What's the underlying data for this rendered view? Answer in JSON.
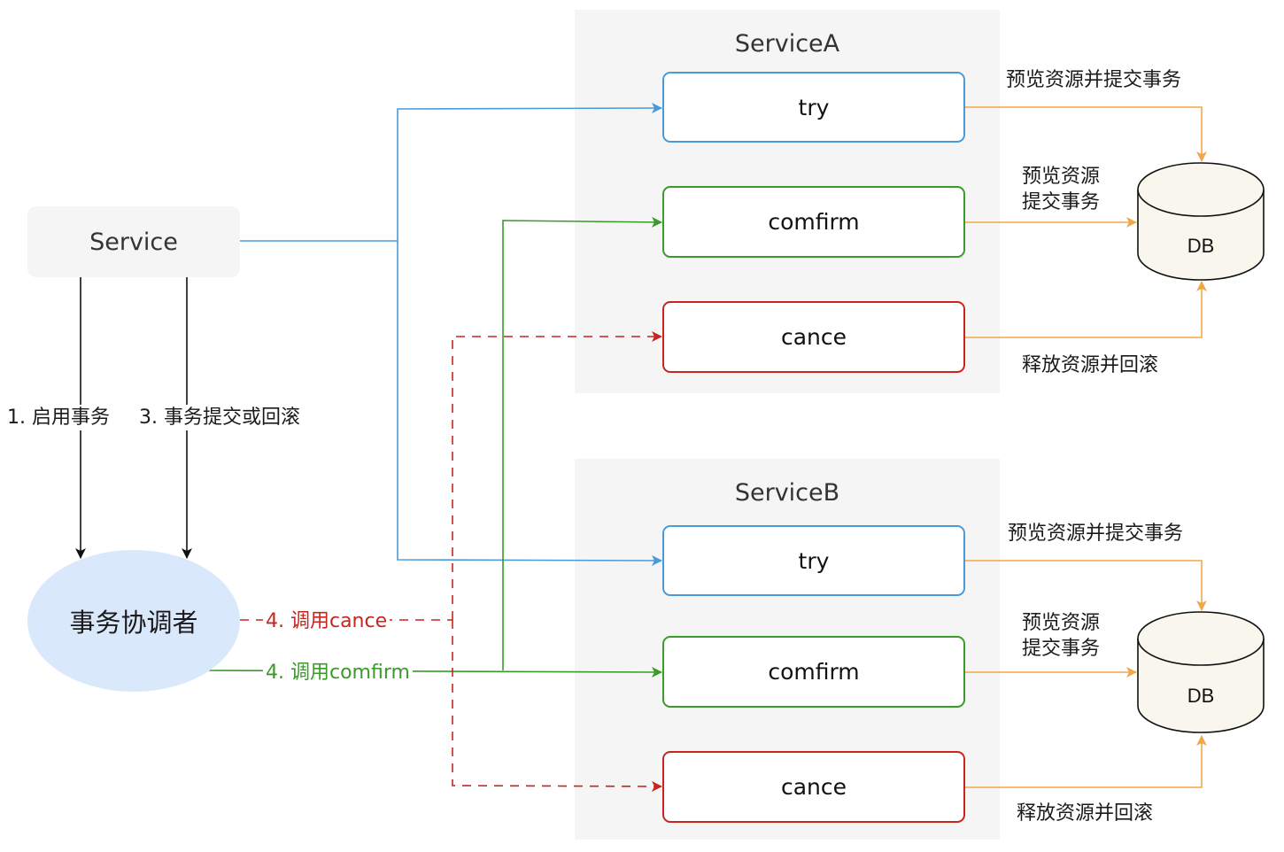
{
  "service": {
    "label": "Service"
  },
  "coordinator": {
    "label": "事务协调者"
  },
  "steps": {
    "start": "1. 启用事务",
    "commit_or_rollback": "3. 事务提交或回滚",
    "call_cance": "4. 调用cance",
    "call_comfirm": "4. 调用comfirm"
  },
  "service_a": {
    "title": "ServiceA",
    "try": "try",
    "confirm": "comfirm",
    "cancel": "cance",
    "db": "DB",
    "try_note": "预览资源并提交事务",
    "confirm_note_1": "预览资源",
    "confirm_note_2": "提交事务",
    "cancel_note": "释放资源并回滚"
  },
  "service_b": {
    "title": "ServiceB",
    "try": "try",
    "confirm": "comfirm",
    "cancel": "cance",
    "db": "DB",
    "try_note": "预览资源并提交事务",
    "confirm_note_1": "预览资源",
    "confirm_note_2": "提交事务",
    "cancel_note": "释放资源并回滚"
  },
  "colors": {
    "try": "#4a9ad8",
    "confirm": "#3a9a2a",
    "cancel": "#c8251f",
    "db_flow": "#f0a64a",
    "control": "#111111",
    "group_bg": "#f5f5f5",
    "coordinator_fill": "#dae8fc",
    "db_fill": "#f9f7ed"
  }
}
